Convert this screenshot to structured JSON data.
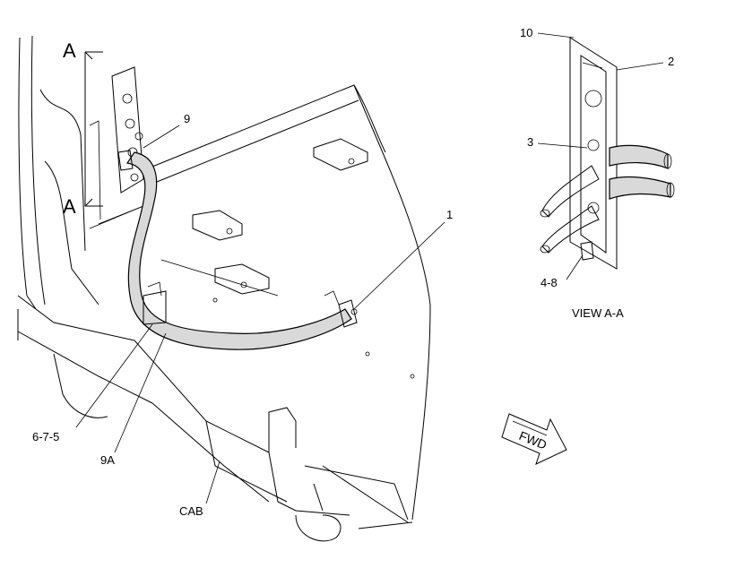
{
  "diagram": {
    "section_marker_top": "A",
    "section_marker_bottom": "A",
    "view_label": "VIEW A-A",
    "fwd_label": "FWD",
    "callouts": {
      "c1": "1",
      "c2": "2",
      "c3": "3",
      "c4": "4-8",
      "c6": "6-7-5",
      "c9": "9",
      "c9a": "9A",
      "c10": "10",
      "cab": "CAB"
    }
  }
}
